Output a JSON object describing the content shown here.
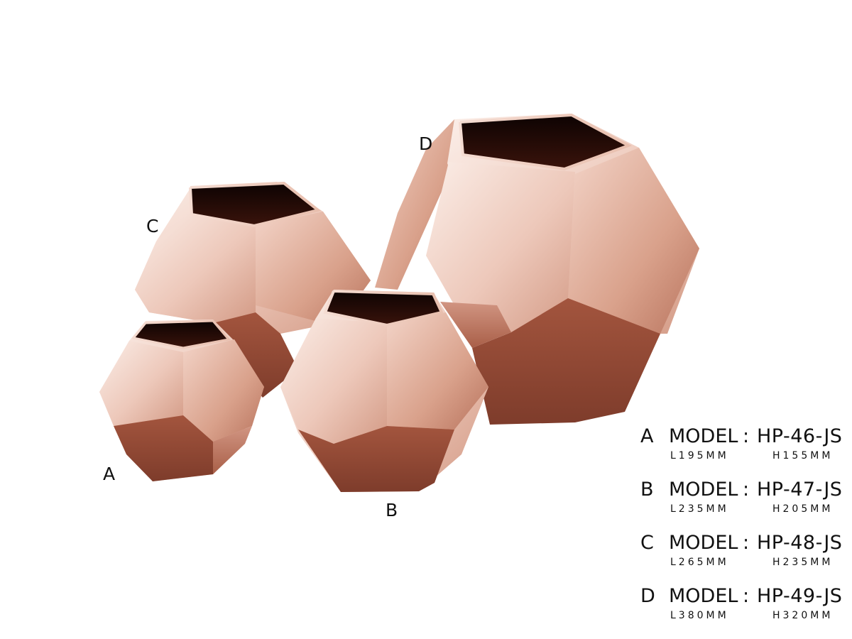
{
  "vase_labels": {
    "a": "A",
    "b": "B",
    "c": "C",
    "d": "D"
  },
  "specs": [
    {
      "letter": "A",
      "model": "MODEL",
      "colon": ":",
      "code": "HP-46-JS",
      "length": "L195MM",
      "height": "H155MM"
    },
    {
      "letter": "B",
      "model": "MODEL",
      "colon": ":",
      "code": "HP-47-JS",
      "length": "L235MM",
      "height": "H205MM"
    },
    {
      "letter": "C",
      "model": "MODEL",
      "colon": ":",
      "code": "HP-48-JS",
      "length": "L265MM",
      "height": "H235MM"
    },
    {
      "letter": "D",
      "model": "MODEL",
      "colon": ":",
      "code": "HP-49-JS",
      "length": "L380MM",
      "height": "H320MM"
    }
  ],
  "colors": {
    "background": "#ffffff",
    "copper_light": "#f7e2da",
    "copper_mid": "#c8836d",
    "copper_dark": "#8a4532",
    "interior": "#1a0805"
  },
  "product": "rose-gold-dodecahedron-vases"
}
